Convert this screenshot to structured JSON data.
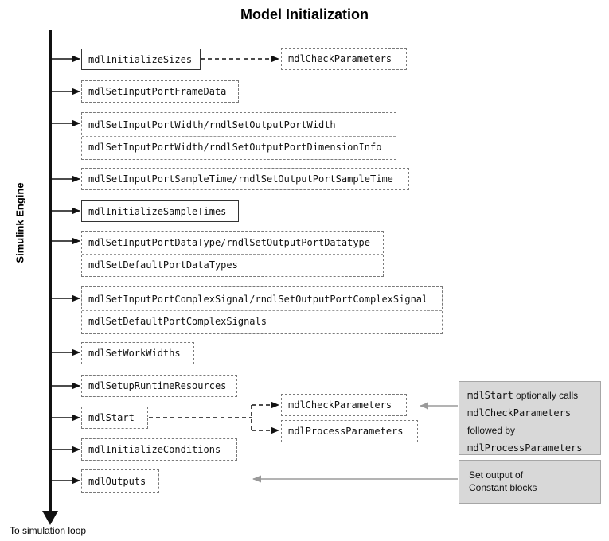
{
  "title": "Model Initialization",
  "side_label": "Simulink Engine",
  "bottom_label": "To simulation loop",
  "boxes": {
    "initialize_sizes": "mdlInitializeSizes",
    "check_parameters_top": "mdlCheckParameters",
    "set_input_port_frame_data": "mdlSetInputPortFrameData",
    "port_width_1": "mdlSetInputPortWidth/rndlSetOutputPortWidth",
    "port_width_2": "mdlSetInputPortWidth/rndlSetOutputPortDimensionInfo",
    "sample_time": "mdlSetInputPortSampleTime/rndlSetOutputPortSampleTime",
    "initialize_sample_times": "mdlInitializeSampleTimes",
    "data_type_1": "mdlSetInputPortDataType/rndlSetOutputPortDatatype",
    "data_type_2": "mdlSetDefaultPortDataTypes",
    "complex_1": "mdlSetInputPortComplexSignal/rndlSetOutputPortComplexSignal",
    "complex_2": "mdlSetDefaultPortComplexSignals",
    "work_widths": "mdlSetWorkWidths",
    "runtime_resources": "mdlSetupRuntimeResources",
    "start": "mdlStart",
    "check_parameters_start": "mdlCheckParameters",
    "process_parameters": "mdlProcessParameters",
    "initialize_conditions": "mdlInitializeConditions",
    "outputs": "mdlOutputs"
  },
  "notes": {
    "start_note": {
      "line1_code": "mdlStart",
      "line1_text": " optionally calls",
      "line2_code": "mdlCheckParameters",
      "line3_text": "followed by",
      "line4_code": "mdlProcessParameters"
    },
    "outputs_note": {
      "line1": "Set output of",
      "line2": "Constant blocks"
    }
  }
}
